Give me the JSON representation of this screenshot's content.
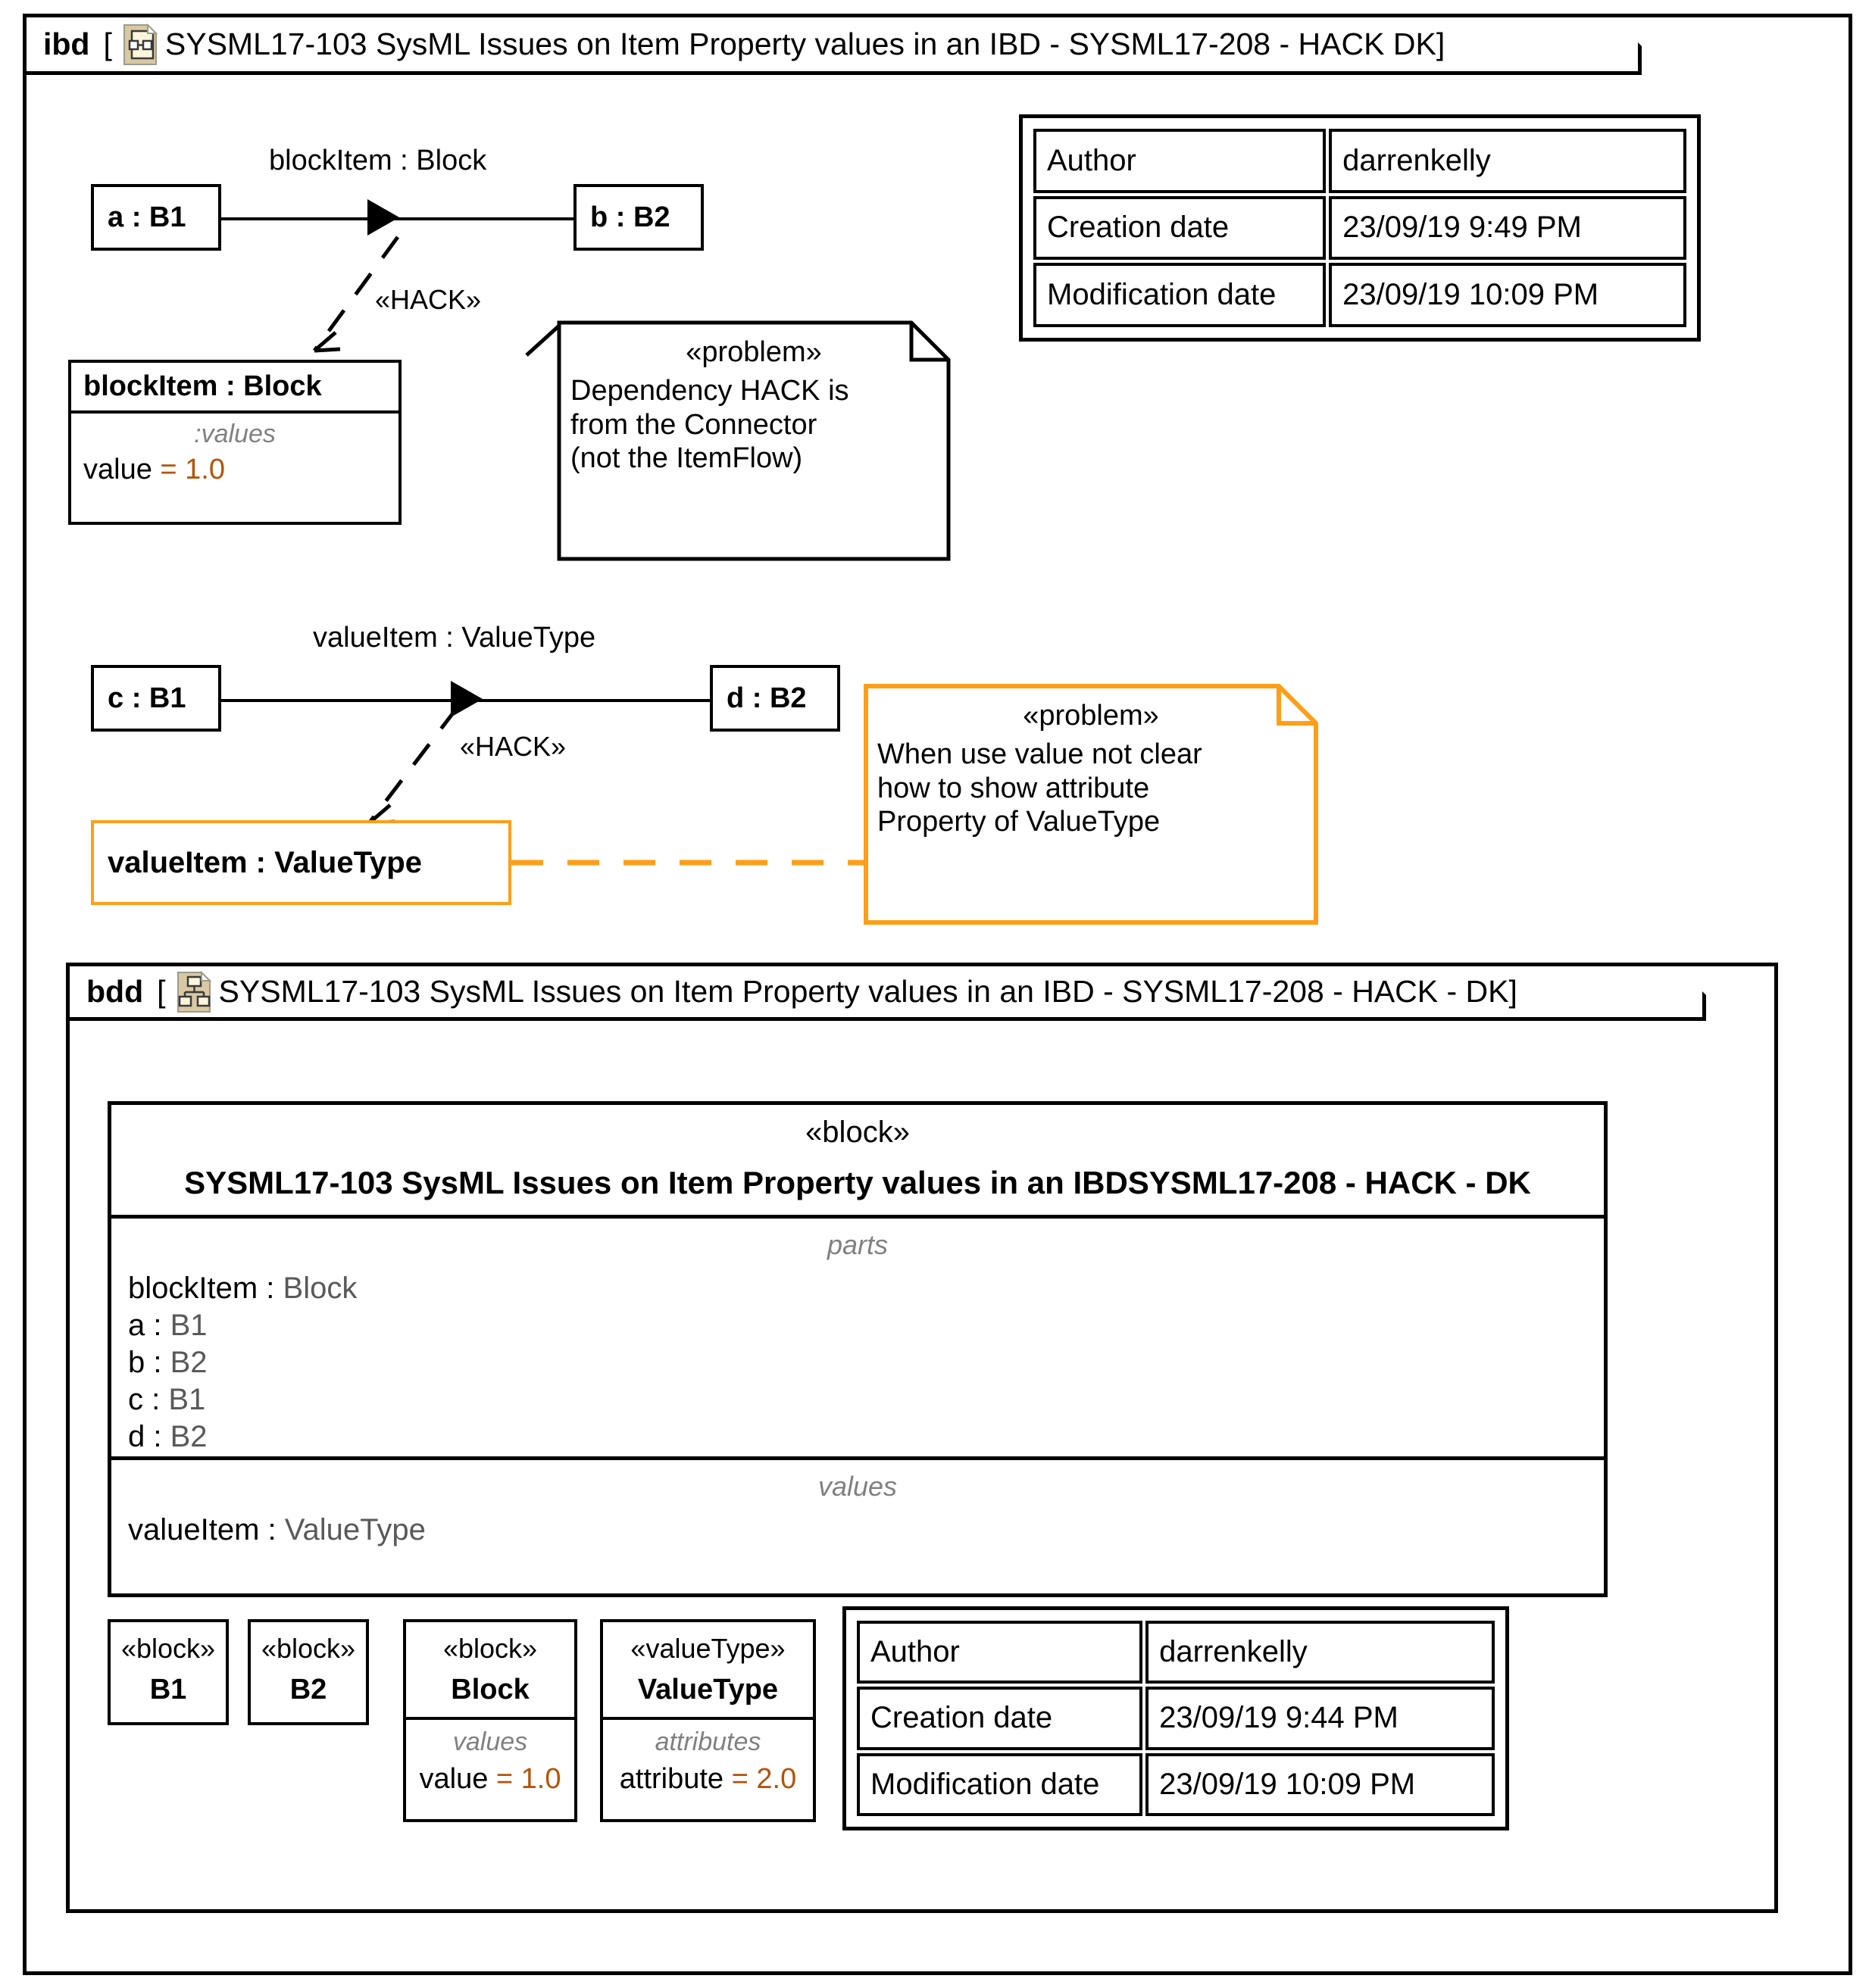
{
  "ibd_frame": {
    "kind": "ibd",
    "bracket_open": "[",
    "bracket_close": "]",
    "icon": "ibd-diagram-icon",
    "title": "SYSML17-103 SysML Issues on Item Property values in an IBD - SYSML17-208 - HACK DK"
  },
  "ibd": {
    "connector1": {
      "item_flow_label": "blockItem : Block",
      "source": "a : B1",
      "target": "b : B2",
      "dependency_stereotype": "«HACK»"
    },
    "block_item_instance": {
      "name": "blockItem : Block",
      "compartment_title": ":values",
      "property_name": "value ",
      "property_value": "= 1.0"
    },
    "note1": {
      "stereotype": "«problem»",
      "lines": [
        "Dependency HACK is",
        "from the Connector",
        "(not the ItemFlow)"
      ]
    },
    "connector2": {
      "item_flow_label": "valueItem : ValueType",
      "source": "c : B1",
      "target": "d : B2",
      "dependency_stereotype": "«HACK»"
    },
    "value_item_instance": {
      "name": "valueItem : ValueType"
    },
    "note2": {
      "stereotype": "«problem»",
      "lines": [
        "When use value not clear",
        "how to show attribute",
        "Property of ValueType"
      ]
    },
    "info_table": {
      "rows": [
        {
          "label": "Author",
          "value": "darrenkelly"
        },
        {
          "label": "Creation date",
          "value": "23/09/19 9:49 PM"
        },
        {
          "label": "Modification date",
          "value": "23/09/19 10:09 PM"
        }
      ]
    }
  },
  "bdd_frame": {
    "kind": "bdd",
    "bracket_open": "[",
    "bracket_close": "]",
    "icon": "bdd-diagram-icon",
    "title": "SYSML17-103 SysML Issues on Item Property values in an IBD - SYSML17-208 - HACK - DK"
  },
  "bdd": {
    "main_block": {
      "stereotype": "«block»",
      "name": "SYSML17-103 SysML Issues on Item Property values in an IBDSYSML17-208 - HACK - DK",
      "parts_title": "parts",
      "parts": [
        {
          "role": "blockItem : ",
          "type": "Block"
        },
        {
          "role": "a : ",
          "type": "B1"
        },
        {
          "role": "b : ",
          "type": "B2"
        },
        {
          "role": "c : ",
          "type": "B1"
        },
        {
          "role": "d : ",
          "type": "B2"
        }
      ],
      "values_title": "values",
      "values": [
        {
          "role": "valueItem : ",
          "type": "ValueType"
        }
      ]
    },
    "classifiers": [
      {
        "stereotype": "«block»",
        "name": "B1"
      },
      {
        "stereotype": "«block»",
        "name": "B2"
      },
      {
        "stereotype": "«block»",
        "name": "Block",
        "compartment_title": "values",
        "item_name": "value ",
        "item_value": "= 1.0"
      },
      {
        "stereotype": "«valueType»",
        "name": "ValueType",
        "compartment_title": "attributes",
        "item_name": "attribute ",
        "item_value": "= 2.0"
      }
    ],
    "info_table": {
      "rows": [
        {
          "label": "Author",
          "value": "darrenkelly"
        },
        {
          "label": "Creation date",
          "value": "23/09/19 9:44 PM"
        },
        {
          "label": "Modification date",
          "value": "23/09/19 10:09 PM"
        }
      ]
    }
  },
  "colors": {
    "accent_orange": "#FF9E18",
    "value_orange": "#B4530A",
    "compartment_gray": "#808080",
    "type_gray": "#595959",
    "icon_tan": "#D9C9A3",
    "icon_cream": "#FAF5DC"
  }
}
